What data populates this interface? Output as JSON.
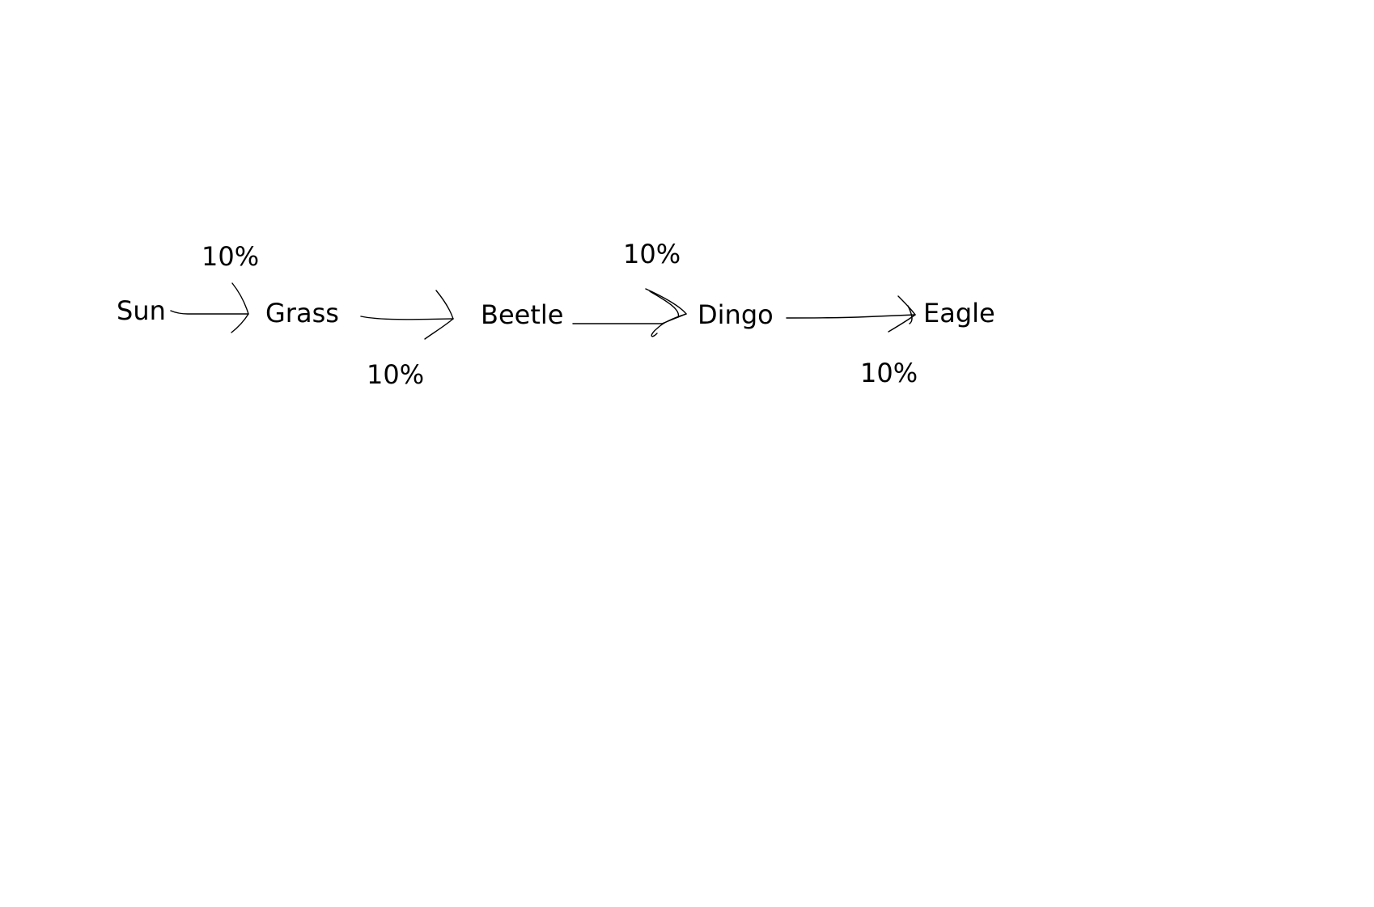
{
  "diagram": {
    "nodes": [
      {
        "id": "sun",
        "label": "Sun"
      },
      {
        "id": "grass",
        "label": "Grass"
      },
      {
        "id": "beetle",
        "label": "Beetle"
      },
      {
        "id": "dingo",
        "label": "Dingo"
      },
      {
        "id": "eagle",
        "label": "Eagle"
      }
    ],
    "edges": [
      {
        "from": "sun",
        "to": "grass",
        "label": "10%"
      },
      {
        "from": "grass",
        "to": "beetle",
        "label": "10%"
      },
      {
        "from": "beetle",
        "to": "dingo",
        "label": "10%"
      },
      {
        "from": "dingo",
        "to": "eagle",
        "label": "10%"
      }
    ]
  }
}
